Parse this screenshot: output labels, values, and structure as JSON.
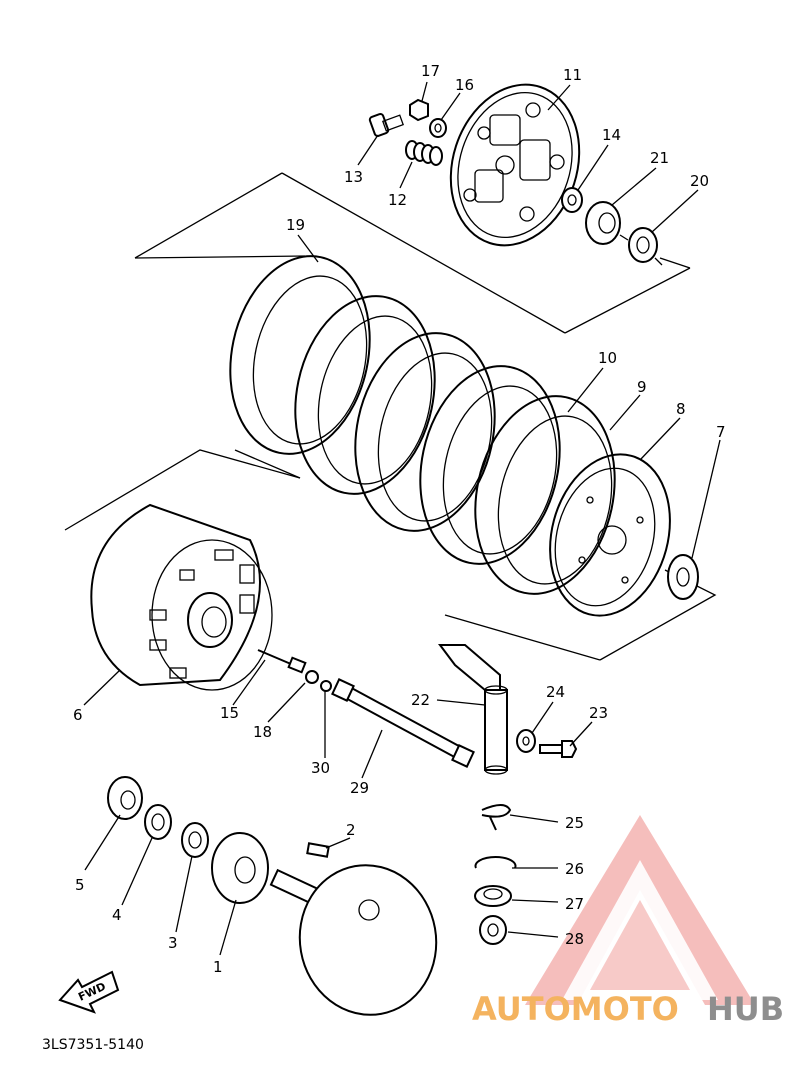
{
  "diagram": {
    "part_number_code": "3LS7351-5140",
    "fwd_label": "FWD",
    "watermark": {
      "brand_part1": "AUTOMOTO",
      "brand_part2": "HUB",
      "color_red": "#e8827f",
      "color_orange": "#f4b35f",
      "color_gray": "#8e8e8e"
    },
    "labels": {
      "p1": "1",
      "p2": "2",
      "p3": "3",
      "p4": "4",
      "p5": "5",
      "p6": "6",
      "p7": "7",
      "p8": "8",
      "p9": "9",
      "p10": "10",
      "p11": "11",
      "p12": "12",
      "p13": "13",
      "p14": "14",
      "p15": "15",
      "p16": "16",
      "p17": "17",
      "p18": "18",
      "p19": "19",
      "p20": "20",
      "p21": "21",
      "p22": "22",
      "p23": "23",
      "p24": "24",
      "p25": "25",
      "p26": "26",
      "p27": "27",
      "p28": "28",
      "p29": "29",
      "p30": "30"
    }
  }
}
